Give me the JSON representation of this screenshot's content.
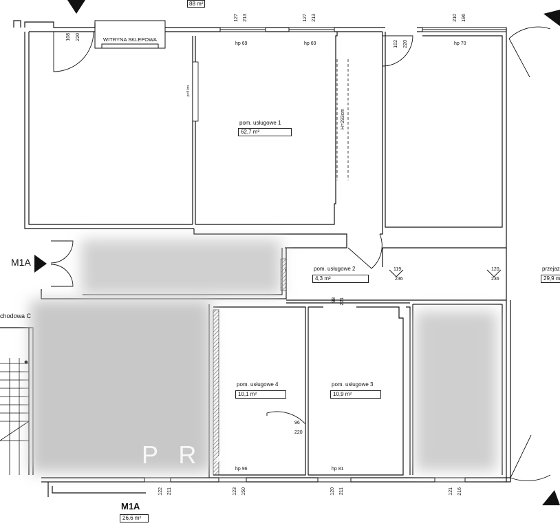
{
  "top_area": "88 m²",
  "shop_window": "WITRYNA SKLEPOWA",
  "rooms": {
    "r1": {
      "name": "pom. usługowe 1",
      "area": "62,7 m²"
    },
    "r2": {
      "name": "pom. usługowe 2",
      "area": "4,3 m²"
    },
    "r3": {
      "name": "pom. usługowe 3",
      "area": "10,9 m²"
    },
    "r4": {
      "name": "pom. usługowe 4",
      "area": "10,1 m²"
    },
    "przej": {
      "name": "przejaz",
      "area": "29,9 m"
    }
  },
  "marker_m1a": "M1A",
  "m1a_bottom": {
    "name": "M1A",
    "area": "26,6 m²"
  },
  "stair_label": "chodowa C",
  "watermark": "P R A",
  "height_label": "H=293cm",
  "small_label": "p=fl km",
  "dims": {
    "w1": [
      "127",
      "213"
    ],
    "w2": [
      "127",
      "213"
    ],
    "w3": [
      "210",
      "196"
    ],
    "d_left": [
      "108",
      "220"
    ],
    "d_mid": [
      "102",
      "220"
    ],
    "hp1": "hp 69",
    "hp2": "hp 69",
    "hp3": "hp 70",
    "d_119": [
      "119",
      "236"
    ],
    "d_120": [
      "120",
      "236"
    ],
    "d_98": [
      "98",
      "221"
    ],
    "d_96": [
      "96",
      "220"
    ],
    "hp4": "hp 96",
    "hp5": "hp 81",
    "b1": [
      "122",
      "211"
    ],
    "b2": [
      "123",
      "150"
    ],
    "b3": [
      "120",
      "211"
    ],
    "b4": [
      "121",
      "216"
    ]
  }
}
